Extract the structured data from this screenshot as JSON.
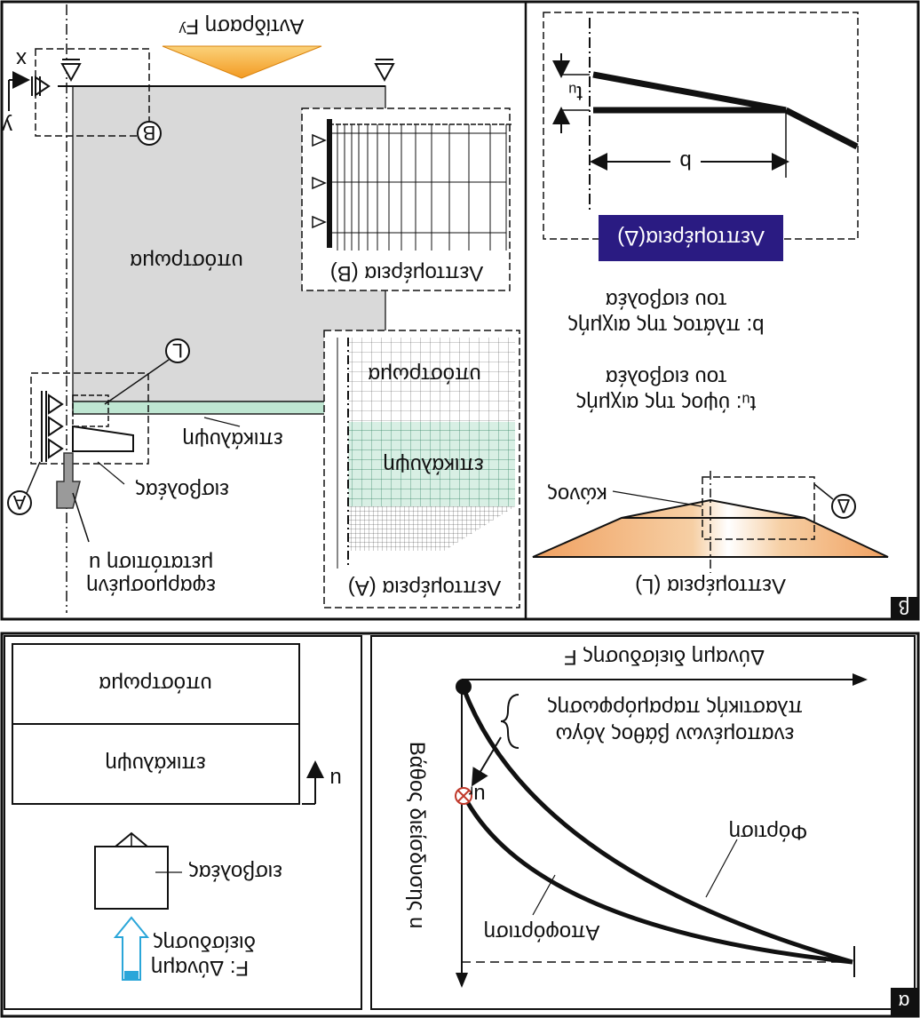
{
  "panel_b": {
    "badge": "β",
    "main": {
      "load_label": "Αντίδραση Fʸ",
      "axis_x": "x",
      "axis_y": "y",
      "callout_b": "B",
      "callout_l": "L",
      "callout_a": "A",
      "soil_label": "υπόστρωμα",
      "embankment_label": "επικάλυψη",
      "tool_label": "εισβολέας",
      "displacement_label_1": "μετατόπιση u",
      "displacement_label_2": "εφαρμοσμένη"
    },
    "detail_b_title": "Λεπτομέρεια (B)",
    "detail_a_title": "Λεπτομέρεια (A)",
    "detail_a_soil": "υπόστρωμα",
    "detail_a_cover": "επικάλυψη",
    "detail_delta": {
      "title": "Λεπτομέρεια(Δ)",
      "dim_t": "tᵤ",
      "dim_b": "b",
      "legend_b_1": "b: πλάτος της αιχμής",
      "legend_b_2": "του εισβολέα",
      "legend_t_1": "tᵤ: ύψος της αιχμής",
      "legend_t_2": "του εισβολέα"
    },
    "detail_l": {
      "title": "Λεπτομέρεια (L)",
      "wedge_label": "κώνος",
      "callout": "Δ"
    }
  },
  "panel_a": {
    "badge": "α",
    "left": {
      "soil": "υπόστρωμα",
      "cover": "επικάλυψη",
      "tool": "εισβολέας",
      "axis_u": "u",
      "force_1": "F: Δύναμη",
      "force_2": "διείσδυσης"
    },
    "chart": {
      "xlabel": "Δύναμη διείσδυσης F",
      "ylabel": "Βάθος διείσδυσης u",
      "load_curve": "Φόρτιση",
      "unload_curve": "Αποφόρτιση",
      "residual_label": "uᵣ",
      "note_1": "εναπομένων βάθος λόγω",
      "note_2": "πλαστικής παραμόρφωσης"
    }
  }
}
